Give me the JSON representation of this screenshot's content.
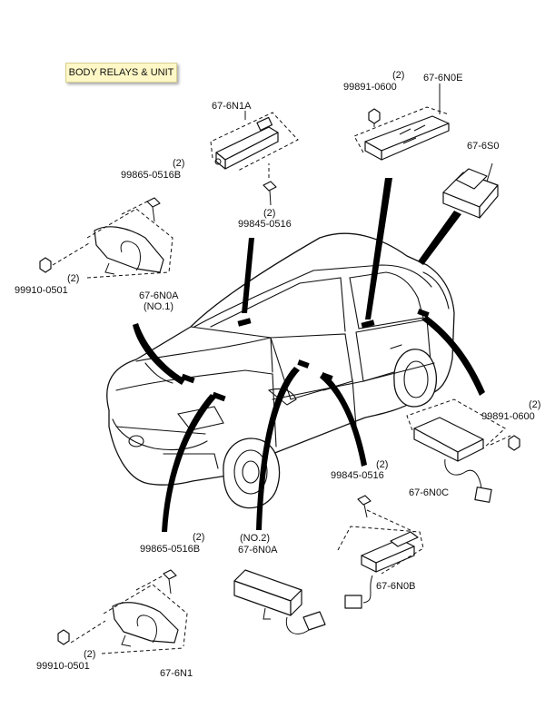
{
  "title": "BODY RELAYS & UNIT",
  "labels": {
    "n1a": "67-6N1A",
    "n1a_bolt": "99845-0516",
    "n1a_bolt_qty": "(2)",
    "n0e": "67-6N0E",
    "n0e_nut": "99891-0600",
    "n0e_nut_qty": "(2)",
    "s0": "67-6S0",
    "n0a1": "67-6N0A",
    "n0a1_note": "(NO.1)",
    "n0a1_bolt": "99865-0516B",
    "n0a1_bolt_qty": "(2)",
    "n0a1_clip": "99910-0501",
    "n0a1_clip_qty": "(2)",
    "n0c": "67-6N0C",
    "n0c_nut": "99891-0600",
    "n0c_nut_qty": "(2)",
    "n0b": "67-6N0B",
    "n0b_bolt": "99845-0516",
    "n0b_bolt_qty": "(2)",
    "n0a2": "67-6N0A",
    "n0a2_note": "(NO.2)",
    "n1": "67-6N1",
    "n1_bolt": "99865-0516B",
    "n1_bolt_qty": "(2)",
    "n1_clip": "99910-0501",
    "n1_clip_qty": "(2)"
  }
}
